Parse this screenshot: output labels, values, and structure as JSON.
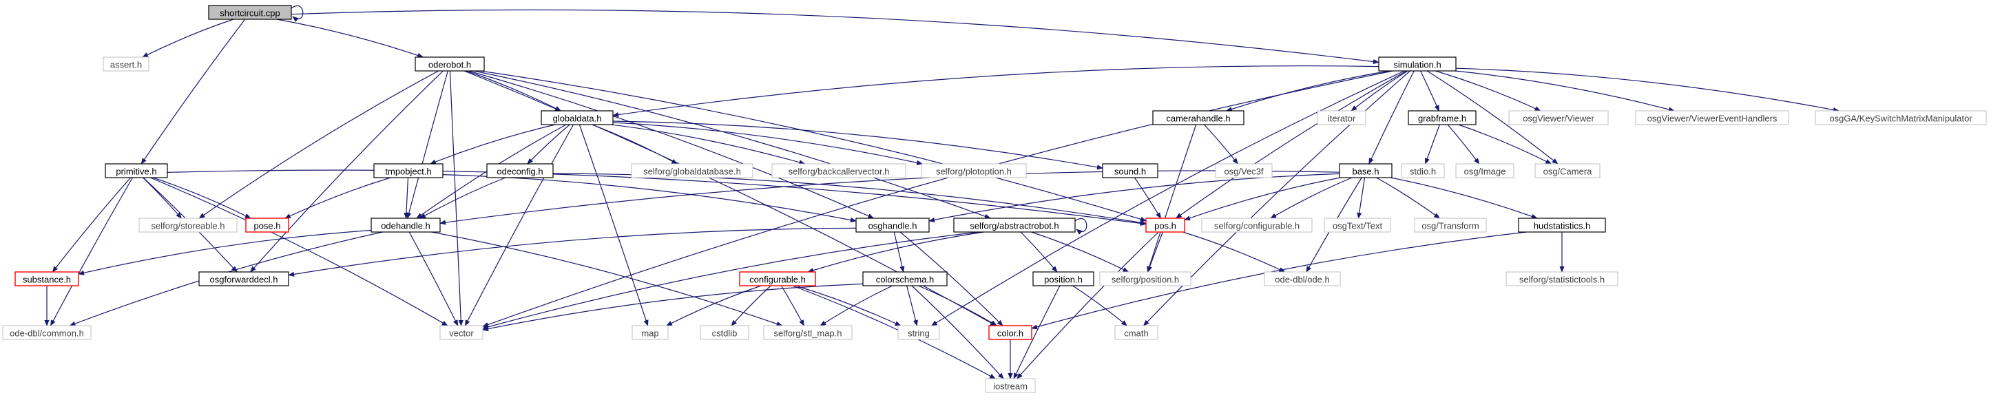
{
  "colors": {
    "edge": "#191970",
    "node_border": "#000000",
    "external_border": "#bfbfbf",
    "incomplete_border": "#ff0000",
    "root_fill": "#bfbfbf",
    "text": "#000000",
    "external_text": "#404040"
  },
  "nodes": [
    {
      "id": "shortcircuit",
      "label": "shortcircuit.cpp",
      "kind": "root"
    },
    {
      "id": "assert",
      "label": "assert.h",
      "kind": "external"
    },
    {
      "id": "oderobot",
      "label": "oderobot.h",
      "kind": "documented"
    },
    {
      "id": "simulation",
      "label": "simulation.h",
      "kind": "documented"
    },
    {
      "id": "primitive",
      "label": "primitive.h",
      "kind": "documented"
    },
    {
      "id": "globaldata",
      "label": "globaldata.h",
      "kind": "documented"
    },
    {
      "id": "camerahandle",
      "label": "camerahandle.h",
      "kind": "documented"
    },
    {
      "id": "iterator",
      "label": "iterator",
      "kind": "external"
    },
    {
      "id": "grabframe",
      "label": "grabframe.h",
      "kind": "documented"
    },
    {
      "id": "osgViewer",
      "label": "osgViewer/Viewer",
      "kind": "external"
    },
    {
      "id": "osgViewerEH",
      "label": "osgViewer/ViewerEventHandlers",
      "kind": "external"
    },
    {
      "id": "osgGAKS",
      "label": "osgGA/KeySwitchMatrixManipulator",
      "kind": "external"
    },
    {
      "id": "tmpobject",
      "label": "tmpobject.h",
      "kind": "documented"
    },
    {
      "id": "odeconfig",
      "label": "odeconfig.h",
      "kind": "documented"
    },
    {
      "id": "globaldatabase",
      "label": "selforg/globaldatabase.h",
      "kind": "external"
    },
    {
      "id": "backcaller",
      "label": "selforg/backcallervector.h",
      "kind": "external"
    },
    {
      "id": "plotoption",
      "label": "selforg/plotoption.h",
      "kind": "external"
    },
    {
      "id": "sound",
      "label": "sound.h",
      "kind": "documented"
    },
    {
      "id": "base",
      "label": "base.h",
      "kind": "documented"
    },
    {
      "id": "osgVec3f",
      "label": "osg/Vec3f",
      "kind": "external"
    },
    {
      "id": "stdio",
      "label": "stdio.h",
      "kind": "external"
    },
    {
      "id": "osgImage",
      "label": "osg/Image",
      "kind": "external"
    },
    {
      "id": "osgCamera",
      "label": "osg/Camera",
      "kind": "external"
    },
    {
      "id": "storeable",
      "label": "selforg/storeable.h",
      "kind": "external"
    },
    {
      "id": "pose",
      "label": "pose.h",
      "kind": "incomplete"
    },
    {
      "id": "odehandle",
      "label": "odehandle.h",
      "kind": "documented"
    },
    {
      "id": "osghandle",
      "label": "osghandle.h",
      "kind": "documented"
    },
    {
      "id": "abstractrobot",
      "label": "selforg/abstractrobot.h",
      "kind": "documented"
    },
    {
      "id": "posh",
      "label": "pos.h",
      "kind": "incomplete"
    },
    {
      "id": "configurableS",
      "label": "selforg/configurable.h",
      "kind": "external"
    },
    {
      "id": "osgText",
      "label": "osgText/Text",
      "kind": "external"
    },
    {
      "id": "osgTransform",
      "label": "osg/Transform",
      "kind": "external"
    },
    {
      "id": "hudstatistics",
      "label": "hudstatistics.h",
      "kind": "documented"
    },
    {
      "id": "substance",
      "label": "substance.h",
      "kind": "incomplete"
    },
    {
      "id": "osgforward",
      "label": "osgforwarddecl.h",
      "kind": "documented"
    },
    {
      "id": "configurable",
      "label": "configurable.h",
      "kind": "incomplete"
    },
    {
      "id": "colorschema",
      "label": "colorschema.h",
      "kind": "documented"
    },
    {
      "id": "position",
      "label": "position.h",
      "kind": "documented"
    },
    {
      "id": "selfposition",
      "label": "selforg/position.h",
      "kind": "external"
    },
    {
      "id": "odedblode",
      "label": "ode-dbl/ode.h",
      "kind": "external"
    },
    {
      "id": "stattools",
      "label": "selforg/statistictools.h",
      "kind": "external"
    },
    {
      "id": "odedblcommon",
      "label": "ode-dbl/common.h",
      "kind": "external"
    },
    {
      "id": "vector",
      "label": "vector",
      "kind": "external"
    },
    {
      "id": "map",
      "label": "map",
      "kind": "external"
    },
    {
      "id": "cstdlib",
      "label": "cstdlib",
      "kind": "external"
    },
    {
      "id": "stlmap",
      "label": "selforg/stl_map.h",
      "kind": "external"
    },
    {
      "id": "string",
      "label": "string",
      "kind": "external"
    },
    {
      "id": "color",
      "label": "color.h",
      "kind": "incomplete"
    },
    {
      "id": "cmath",
      "label": "cmath",
      "kind": "external"
    },
    {
      "id": "iostream",
      "label": "iostream",
      "kind": "external"
    }
  ],
  "edges": [
    [
      "shortcircuit",
      "shortcircuit"
    ],
    [
      "shortcircuit",
      "assert"
    ],
    [
      "shortcircuit",
      "oderobot"
    ],
    [
      "shortcircuit",
      "simulation"
    ],
    [
      "shortcircuit",
      "primitive"
    ],
    [
      "oderobot",
      "globaldata"
    ],
    [
      "oderobot",
      "storeable"
    ],
    [
      "oderobot",
      "odehandle"
    ],
    [
      "oderobot",
      "osghandle"
    ],
    [
      "oderobot",
      "abstractrobot"
    ],
    [
      "oderobot",
      "posh"
    ],
    [
      "oderobot",
      "osgforward"
    ],
    [
      "oderobot",
      "vector"
    ],
    [
      "oderobot",
      "color"
    ],
    [
      "simulation",
      "globaldata"
    ],
    [
      "simulation",
      "camerahandle"
    ],
    [
      "simulation",
      "iterator"
    ],
    [
      "simulation",
      "grabframe"
    ],
    [
      "simulation",
      "osgViewer"
    ],
    [
      "simulation",
      "osgViewerEH"
    ],
    [
      "simulation",
      "osgGAKS"
    ],
    [
      "simulation",
      "base"
    ],
    [
      "simulation",
      "osgCamera"
    ],
    [
      "simulation",
      "posh"
    ],
    [
      "simulation",
      "vector"
    ],
    [
      "simulation",
      "string"
    ],
    [
      "simulation",
      "cmath"
    ],
    [
      "primitive",
      "storeable"
    ],
    [
      "primitive",
      "pose"
    ],
    [
      "primitive",
      "substance"
    ],
    [
      "primitive",
      "osgforward"
    ],
    [
      "primitive",
      "odedblcommon"
    ],
    [
      "primitive",
      "vector"
    ],
    [
      "primitive",
      "posh"
    ],
    [
      "globaldata",
      "tmpobject"
    ],
    [
      "globaldata",
      "odeconfig"
    ],
    [
      "globaldata",
      "globaldatabase"
    ],
    [
      "globaldata",
      "backcaller"
    ],
    [
      "globaldata",
      "plotoption"
    ],
    [
      "globaldata",
      "sound"
    ],
    [
      "globaldata",
      "odehandle"
    ],
    [
      "globaldata",
      "vector"
    ],
    [
      "globaldata",
      "map"
    ],
    [
      "camerahandle",
      "osgVec3f"
    ],
    [
      "camerahandle",
      "selfposition"
    ],
    [
      "grabframe",
      "stdio"
    ],
    [
      "grabframe",
      "osgImage"
    ],
    [
      "grabframe",
      "osgCamera"
    ],
    [
      "tmpobject",
      "pose"
    ],
    [
      "tmpobject",
      "odehandle"
    ],
    [
      "tmpobject",
      "osghandle"
    ],
    [
      "odeconfig",
      "odehandle"
    ],
    [
      "odeconfig",
      "posh"
    ],
    [
      "sound",
      "posh"
    ],
    [
      "base",
      "odehandle"
    ],
    [
      "base",
      "osghandle"
    ],
    [
      "base",
      "posh"
    ],
    [
      "base",
      "configurableS"
    ],
    [
      "base",
      "osgText"
    ],
    [
      "base",
      "osgTransform"
    ],
    [
      "base",
      "hudstatistics"
    ],
    [
      "base",
      "odedblode"
    ],
    [
      "odehandle",
      "substance"
    ],
    [
      "odehandle",
      "odedblcommon"
    ],
    [
      "odehandle",
      "vector"
    ],
    [
      "odehandle",
      "stlmap"
    ],
    [
      "osghandle",
      "osgforward"
    ],
    [
      "osghandle",
      "colorschema"
    ],
    [
      "osghandle",
      "color"
    ],
    [
      "abstractrobot",
      "abstractrobot"
    ],
    [
      "abstractrobot",
      "configurable"
    ],
    [
      "abstractrobot",
      "position"
    ],
    [
      "abstractrobot",
      "selfposition"
    ],
    [
      "abstractrobot",
      "vector"
    ],
    [
      "posh",
      "selfposition"
    ],
    [
      "posh",
      "odedblode"
    ],
    [
      "posh",
      "iostream"
    ],
    [
      "hudstatistics",
      "stattools"
    ],
    [
      "hudstatistics",
      "color"
    ],
    [
      "substance",
      "odedblcommon"
    ],
    [
      "configurable",
      "map"
    ],
    [
      "configurable",
      "cstdlib"
    ],
    [
      "configurable",
      "stlmap"
    ],
    [
      "configurable",
      "string"
    ],
    [
      "configurable",
      "iostream"
    ],
    [
      "colorschema",
      "vector"
    ],
    [
      "colorschema",
      "stlmap"
    ],
    [
      "colorschema",
      "string"
    ],
    [
      "colorschema",
      "color"
    ],
    [
      "colorschema",
      "iostream"
    ],
    [
      "position",
      "cmath"
    ],
    [
      "position",
      "iostream"
    ],
    [
      "color",
      "iostream"
    ]
  ]
}
